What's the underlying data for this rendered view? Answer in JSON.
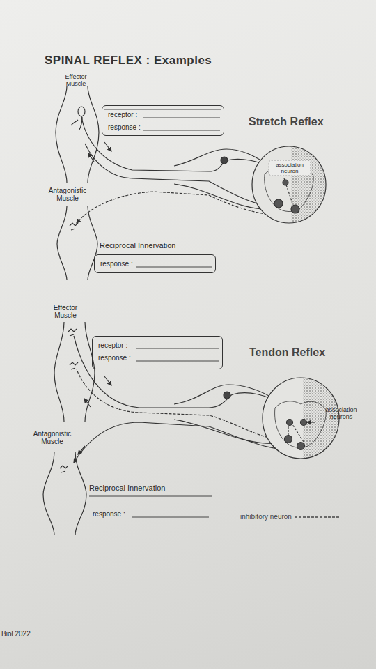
{
  "diagram": {
    "title": "SPINAL REFLEX : Examples",
    "nodes": [
      {
        "text": [
          "receptor :",
          "response :"
        ]
      },
      {
        "text": [
          "response :"
        ]
      },
      {
        "text": [
          "receptor :",
          "response :"
        ]
      },
      {
        "text": [
          "response :"
        ]
      }
    ],
    "labels": [
      "Effector Muscle",
      "Stretch Reflex",
      "association neuron",
      "Antagonistic Muscle",
      "Reciprocal Innervation",
      "Effector Muscle",
      "Tendon Reflex",
      "association neurons",
      "Antagonistic Muscle",
      "Reciprocal Innervation",
      "Biol 2022"
    ],
    "legend": [
      {
        "text": "inhibitory neuron"
      }
    ]
  }
}
